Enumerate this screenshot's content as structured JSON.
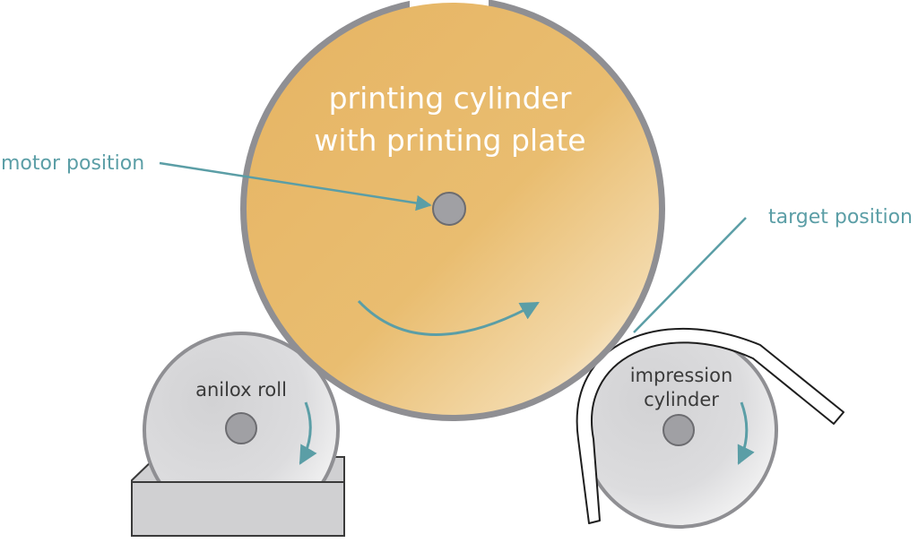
{
  "labels": {
    "printing_cylinder_line1": "printing cylinder",
    "printing_cylinder_line2": "with printing plate",
    "motor_position": "motor position",
    "target_position": "target position",
    "anilox_roll": "anilox roll",
    "impression_line1": "impression",
    "impression_line2": "cylinder"
  },
  "colors": {
    "plate_orange": "#e8b868",
    "cylinder_rim": "#8f8f93",
    "roll_gray": "#d4d4d6",
    "hub_gray": "#a0a0a4",
    "callout_teal": "#5b9ea6",
    "cylinder_text": "#ffffff",
    "roll_text": "#3a3a3a"
  }
}
